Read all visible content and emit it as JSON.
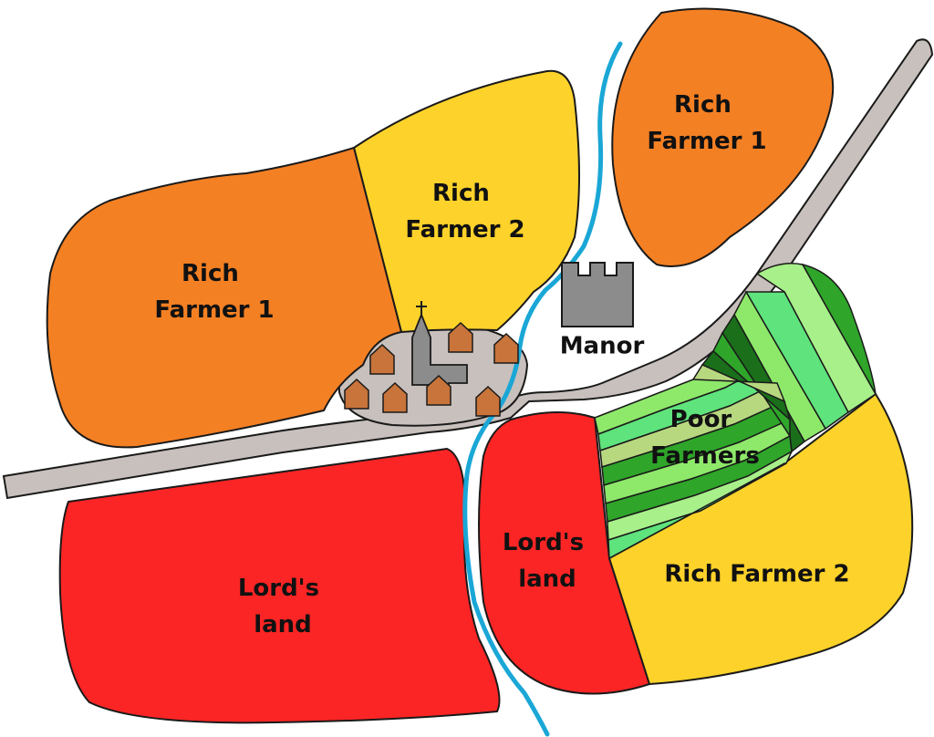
{
  "colors": {
    "rich_farmer_1": "#f48024",
    "rich_farmer_2": "#fdd22a",
    "lords_land": "#fb2525",
    "road": "#c8c0bc",
    "river": "#1aa7d6",
    "building": "#8c8c8c",
    "house": "#c8743a",
    "poor_strips": [
      "#8ee86a",
      "#5fe37c",
      "#b8d880",
      "#2fa52a",
      "#1b6e1a",
      "#a8f08a"
    ]
  },
  "labels": {
    "rich_farmer_1_top": [
      "Rich",
      "Farmer 1"
    ],
    "rich_farmer_2_top": [
      "Rich",
      "Farmer 2"
    ],
    "rich_farmer_1_left": [
      "Rich",
      "Farmer 1"
    ],
    "manor": "Manor",
    "poor_farmers": [
      "Poor",
      "Farmers"
    ],
    "lords_land_middle": [
      "Lord's",
      "land"
    ],
    "rich_farmer_2_bottom": "Rich Farmer 2",
    "lords_land_left": [
      "Lord's",
      "land"
    ]
  },
  "icons": [
    "church-icon",
    "house-icon",
    "manor-castle-icon"
  ]
}
